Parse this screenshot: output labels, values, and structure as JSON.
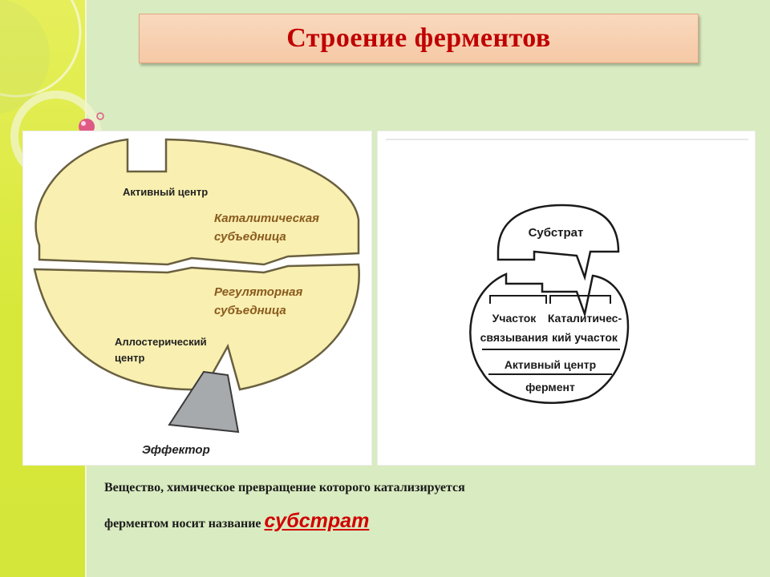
{
  "slide": {
    "title": "Строение ферментов",
    "left_diagram": {
      "active_center": "Активный центр",
      "catalytic_subunit_1": "Каталитическая",
      "catalytic_subunit_2": "субъедница",
      "regulatory_subunit_1": "Регуляторная",
      "regulatory_subunit_2": "субъедница",
      "allosteric_center_1": "Аллостерический",
      "allosteric_center_2": "центр",
      "effector": "Эффектор"
    },
    "right_diagram": {
      "substrate": "Субстрат",
      "binding_site_1": "Участок",
      "binding_site_2": "связывания",
      "catalytic_site_1": "Каталитичес-",
      "catalytic_site_2": "кий участок",
      "active_center": "Активный центр",
      "enzyme": "фермент"
    },
    "caption": {
      "line1": "Вещество, химическое превращение которого катализируется",
      "line2": "ферментом носит название",
      "highlight": "субстрат"
    },
    "colors": {
      "title": "#c00000",
      "enzyme_fill": "#f8efb0",
      "subunit_label": "#8a5a1e",
      "effector_fill": "#a6aaad",
      "highlight": "#d10000"
    }
  }
}
